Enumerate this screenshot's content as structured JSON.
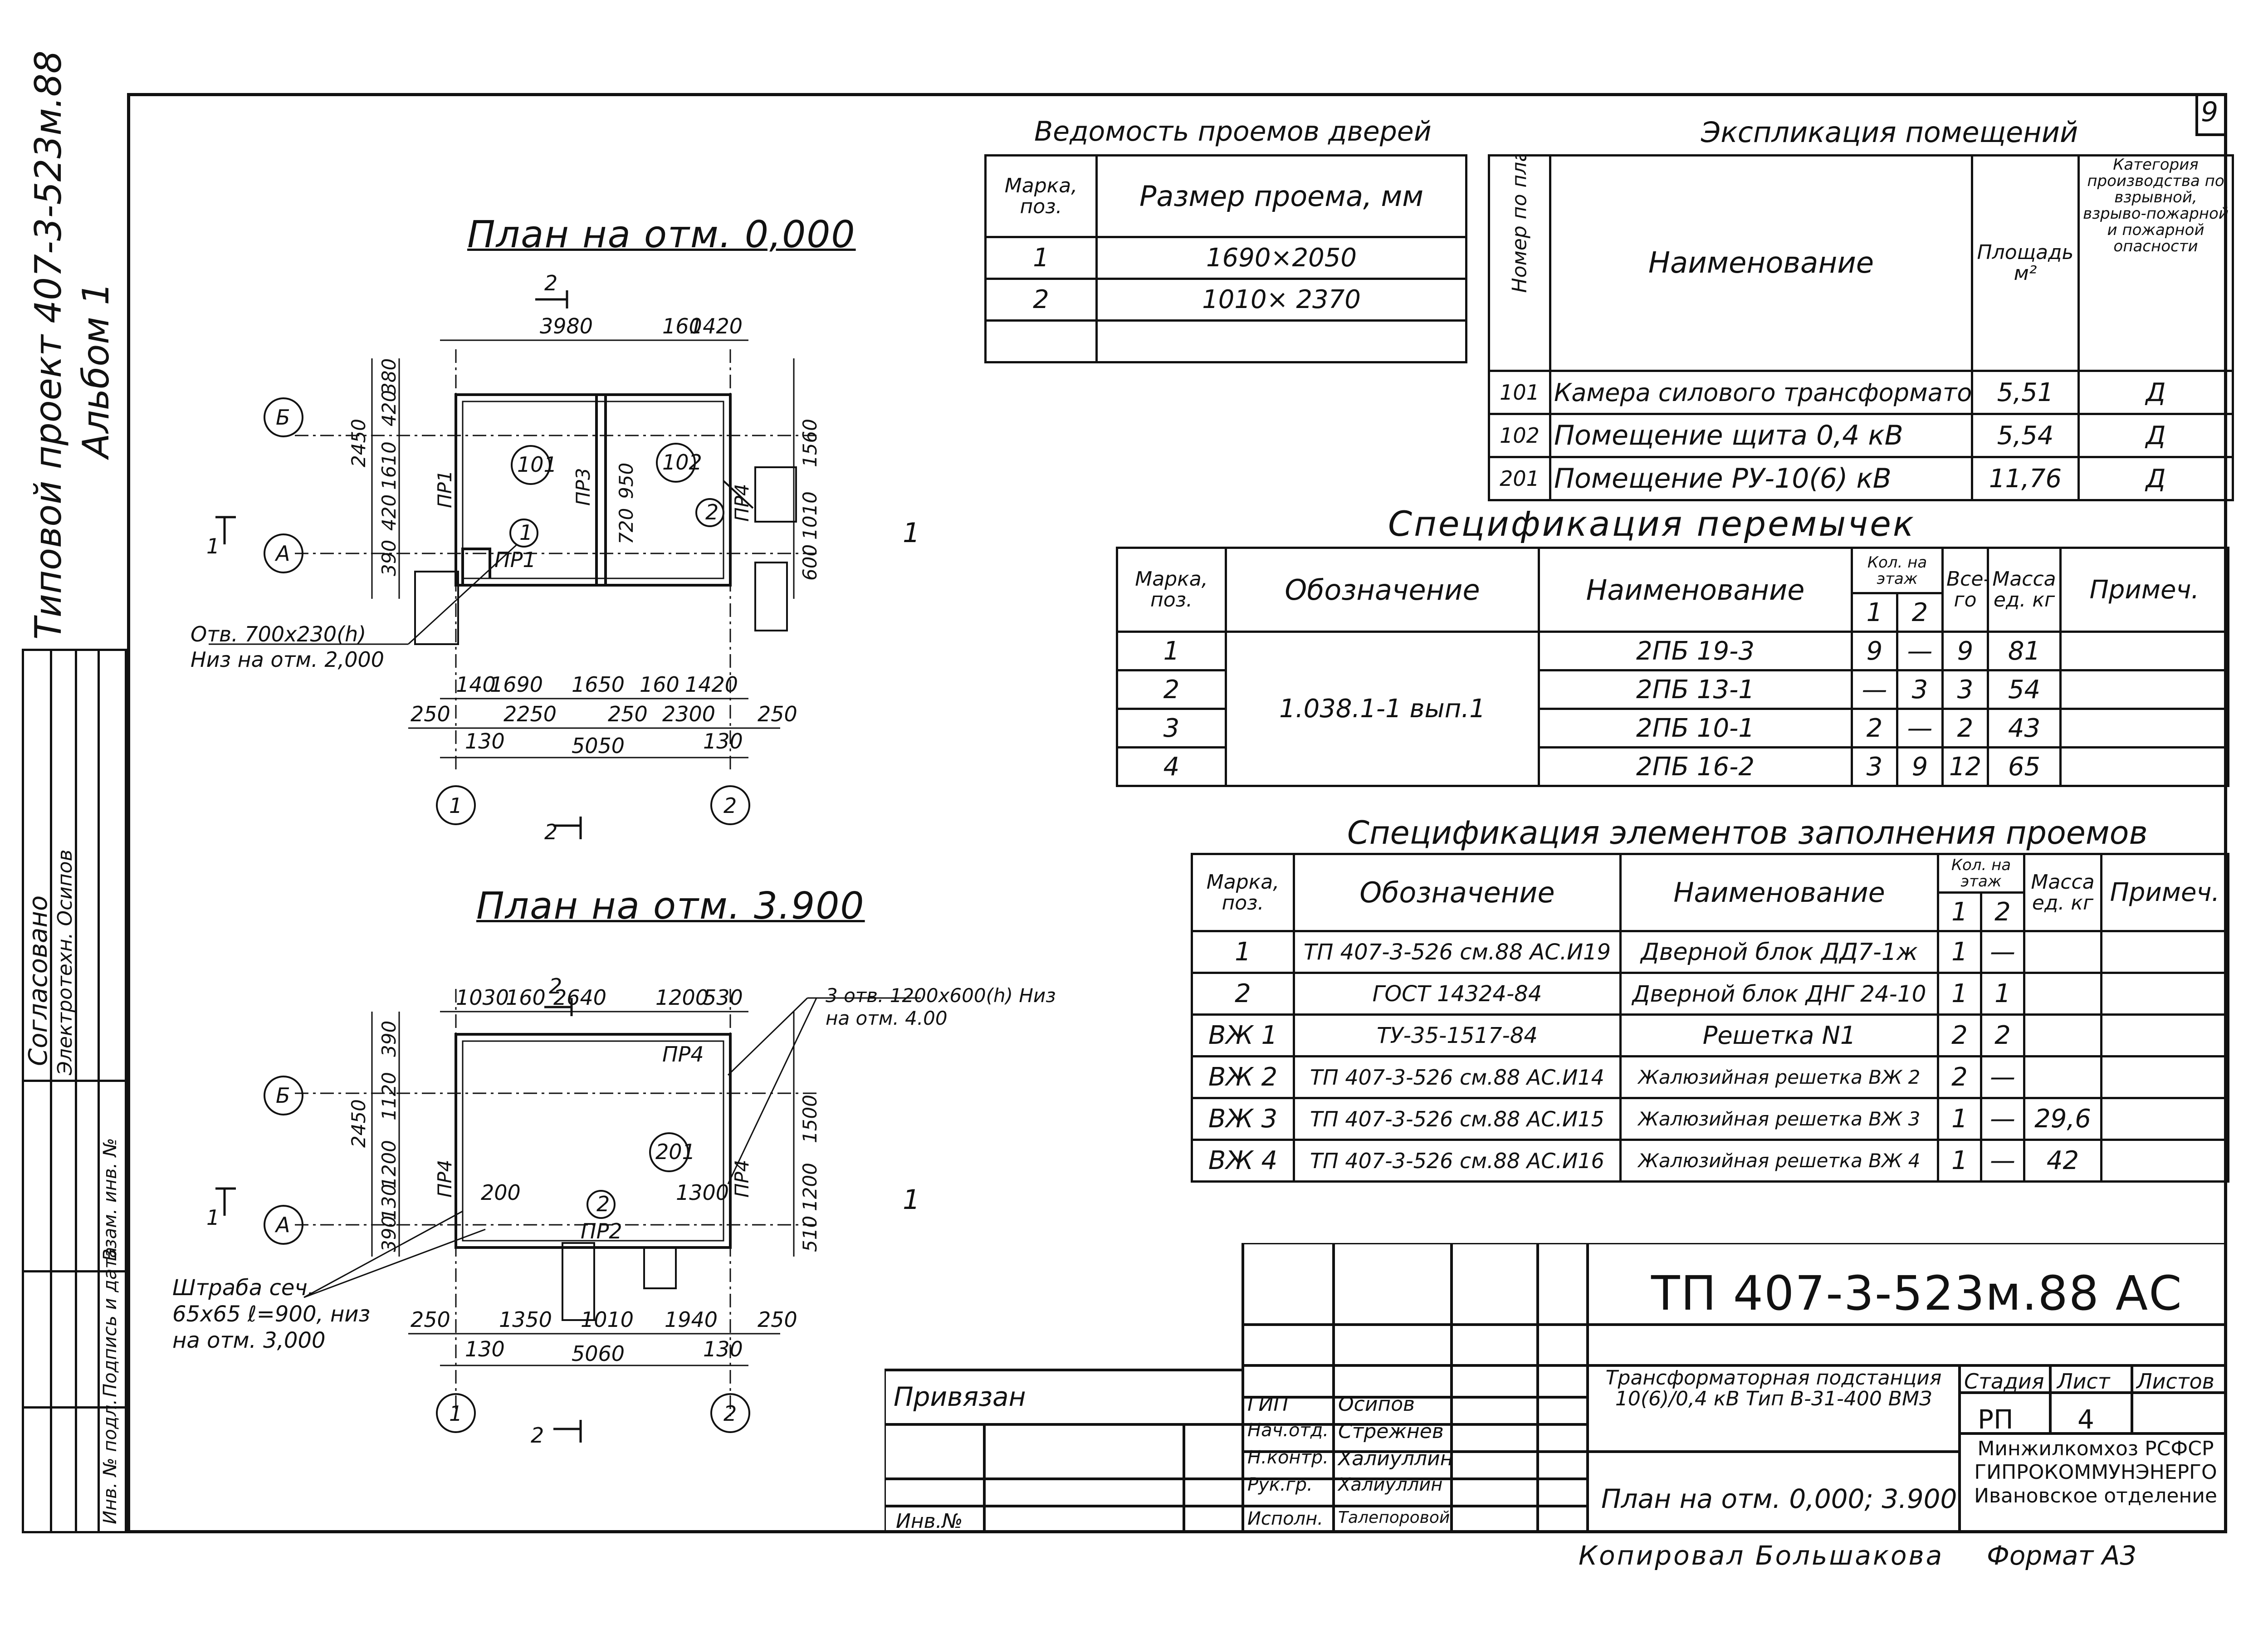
{
  "sheet_number": "9",
  "left_margin": {
    "project_label": "Типовой проект 407-3-523м.88",
    "album_label": "Альбом 1",
    "agreed_label": "Согласовано",
    "electrotechnics_label": "Электротехн. Осипов",
    "stamp_columns": [
      "Инв. № подл.",
      "Подпись и дата",
      "Взам. инв. №"
    ]
  },
  "plan1": {
    "title": "План на отм. 0,000",
    "note": "Отв. 700х230(h) Низ на отм. 2,000",
    "rooms": [
      "101",
      "102"
    ],
    "marks": [
      "ПР1",
      "ПР3",
      "ПР1",
      "ПР4",
      "1",
      "2"
    ],
    "dims_top": [
      "3980",
      "160",
      "1420"
    ],
    "dims_bottom1": [
      "140",
      "1690",
      "1650",
      "160",
      "1420"
    ],
    "dims_bottom2": [
      "250",
      "2250",
      "250",
      "2300",
      "250"
    ],
    "dims_bottom3": [
      "130",
      "5050",
      "130"
    ],
    "dims_left": [
      "2450",
      "380",
      "420",
      "1610",
      "420",
      "390"
    ],
    "dims_right": [
      "1560",
      "950",
      "720",
      "1010",
      "600"
    ],
    "axes": [
      "Б",
      "А",
      "1",
      "2"
    ],
    "section": [
      "2",
      "2",
      "1",
      "1"
    ]
  },
  "plan2": {
    "title": "План на отм. 3.900",
    "note_top": "3 отв. 1200х600(h) Низ на отм. 4.00",
    "note_bottom": "Штраба сеч. 65х65 ℓ=900, низ на отм. 3,000",
    "room": "201",
    "marks": [
      "ПР4",
      "ПР4",
      "ПР4",
      "ПР2",
      "2"
    ],
    "dims_top": [
      "1030",
      "160",
      "2640",
      "1200",
      "530"
    ],
    "dims_inner": [
      "200",
      "1300"
    ],
    "dims_bottom1": [
      "250",
      "1350",
      "1010",
      "1940",
      "250"
    ],
    "dims_bottom2": [
      "130",
      "5060",
      "130"
    ],
    "dims_left": [
      "2450",
      "390",
      "1120",
      "1200",
      "130",
      "390"
    ],
    "dims_right": [
      "1500",
      "1200",
      "510"
    ],
    "axes": [
      "Б",
      "А",
      "1",
      "2"
    ],
    "section": [
      "2",
      "2",
      "1",
      "1"
    ]
  },
  "doors": {
    "title": "Ведомость проемов дверей",
    "headers": [
      "Марка, поз.",
      "Размер проема, мм"
    ],
    "rows": [
      [
        "1",
        "1690×2050"
      ],
      [
        "2",
        "1010× 2370"
      ]
    ]
  },
  "rooms_table": {
    "title": "Экспликация помещений",
    "headers": [
      "Номер по плану",
      "Наименование",
      "Площадь м²",
      "Категория производства по взрывной, взрыво-пожарной и пожарной опасности"
    ],
    "rows": [
      [
        "101",
        "Камера силового трансформатора",
        "5,51",
        "Д"
      ],
      [
        "102",
        "Помещение щита 0,4 кВ",
        "5,54",
        "Д"
      ],
      [
        "201",
        "Помещение РУ-10(6) кВ",
        "11,76",
        "Д"
      ]
    ]
  },
  "lintels": {
    "title": "Спецификация перемычек",
    "headers": [
      "Марка, поз.",
      "Обозначение",
      "Наименование",
      "Кол. на этаж",
      "1",
      "2",
      "Все-го",
      "Масса ед. кг",
      "Примеч."
    ],
    "designation": "1.038.1-1 вып.1",
    "rows": [
      [
        "1",
        "2ПБ 19-3",
        "9",
        "—",
        "9",
        "81"
      ],
      [
        "2",
        "2ПБ 13-1",
        "—",
        "3",
        "3",
        "54"
      ],
      [
        "3",
        "2ПБ 10-1",
        "2",
        "—",
        "2",
        "43"
      ],
      [
        "4",
        "2ПБ 16-2",
        "3",
        "9",
        "12",
        "65"
      ]
    ]
  },
  "fill": {
    "title": "Спецификация элементов заполнения проемов",
    "headers": [
      "Марка, поз.",
      "Обозначение",
      "Наименование",
      "Кол. на этаж",
      "1",
      "2",
      "Масса ед. кг",
      "Примеч."
    ],
    "rows": [
      [
        "1",
        "ТП 407-3-526 см.88 АС.И19",
        "Дверной блок ДД7-1ж",
        "1",
        "—",
        ""
      ],
      [
        "2",
        "ГОСТ 14324-84",
        "Дверной блок ДНГ 24-10",
        "1",
        "1",
        ""
      ],
      [
        "ВЖ 1",
        "ТУ-35-1517-84",
        "Решетка N1",
        "2",
        "2",
        ""
      ],
      [
        "ВЖ 2",
        "ТП 407-3-526 см.88 АС.И14",
        "Жалюзийная решетка ВЖ 2",
        "2",
        "—",
        ""
      ],
      [
        "ВЖ 3",
        "ТП 407-3-526 см.88 АС.И15",
        "Жалюзийная решетка ВЖ 3",
        "1",
        "—",
        "29,6"
      ],
      [
        "ВЖ 4",
        "ТП 407-3-526 см.88 АС.И16",
        "Жалюзийная решетка ВЖ 4",
        "1",
        "—",
        "42"
      ]
    ]
  },
  "titleblock": {
    "code": "ТП 407-3-523м.88 АС",
    "object": "Трансформаторная подстанция 10(6)/0,4 кВ Тип В-31-400 ВМЗ",
    "sheet_title": "План на отм. 0,000; 3.900",
    "stage_label": "Стадия",
    "sheet_label": "Лист",
    "sheets_label": "Листов",
    "stage": "РП",
    "sheet": "4",
    "org": "Минжилкомхоз РСФСР ГИПРОКОММУНЭНЕРГО Ивановское отделение",
    "tied": "Привязан",
    "inv": "Инв.№",
    "roles": [
      [
        "ГИП",
        "Осипов"
      ],
      [
        "Нач.отд.",
        "Стрежнев"
      ],
      [
        "Н.контр.",
        "Халиуллин"
      ],
      [
        "Рук.гр.",
        "Халиуллин"
      ],
      [
        "Исполн.",
        "Талепоровой"
      ]
    ],
    "copied": "Копировал Большакова",
    "format": "Формат А3"
  }
}
